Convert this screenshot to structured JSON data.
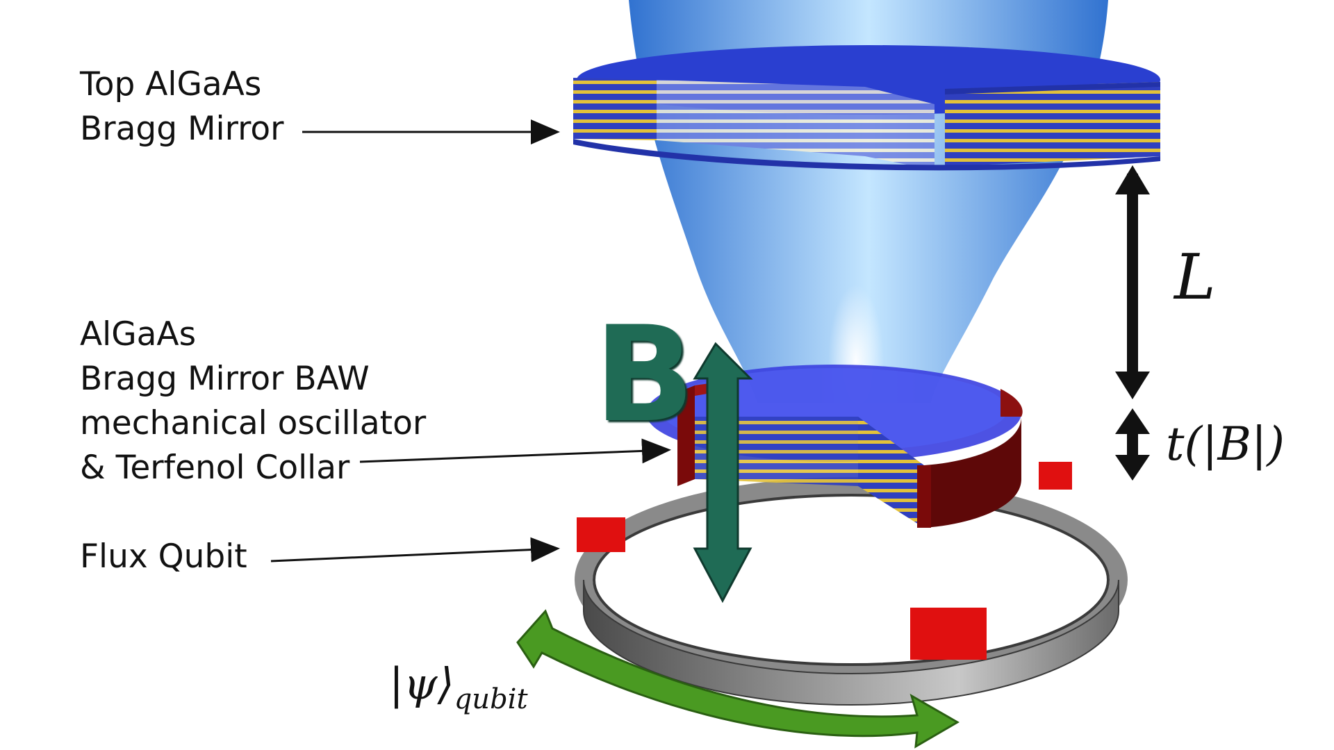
{
  "labels": {
    "top_mirror": [
      "Top AlGaAs",
      "Bragg Mirror"
    ],
    "bottom_mirror": [
      "AlGaAs",
      "Bragg Mirror BAW",
      "mechanical oscillator",
      "& Terfenol Collar"
    ],
    "flux_qubit": "Flux Qubit"
  },
  "symbols": {
    "magnetic_field": "B",
    "cavity_length": "L",
    "thickness": "t(|B|)",
    "qubit_state_main": "|ψ⟩",
    "qubit_state_sub": "qubit"
  },
  "colors": {
    "light_beam": "#4aa3f0",
    "mirror_face": "#2a3fd0",
    "mirror_layer_gold": "#e3c23a",
    "mirror_layer_blue": "#2f3fbf",
    "terfenol_collar": "#7a0a0a",
    "qubit_ring": "#6f6f6f",
    "junction": "#e01010",
    "b_arrow": "#1f6b55",
    "state_arrow": "#4a9a22"
  }
}
